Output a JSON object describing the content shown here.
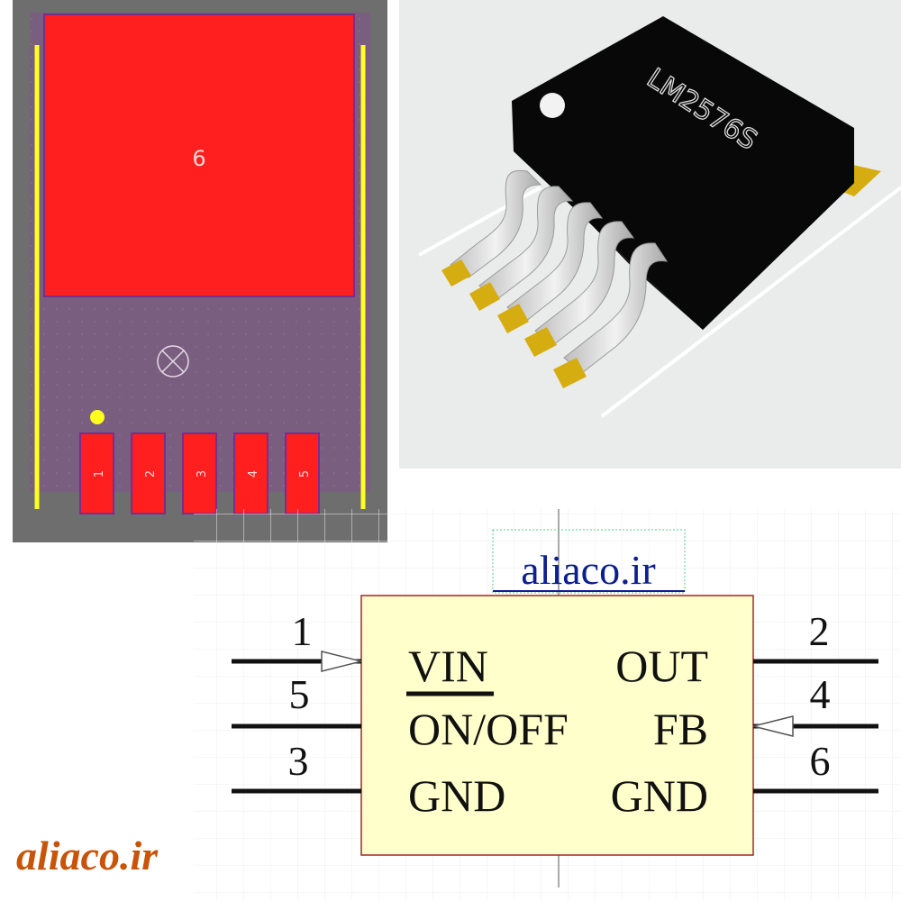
{
  "footprint": {
    "tab_pad_label": "6",
    "pad_labels": [
      "1",
      "2",
      "3",
      "4",
      "5"
    ],
    "colors": {
      "board": "#6d6d6d",
      "copper": "#ff1f1f",
      "silk": "#ffff1a",
      "overlay": "#7b5f80"
    }
  },
  "model3d": {
    "part_marking": "LM2576S",
    "lead_count": 5,
    "colors": {
      "background": "#e9ecea",
      "body": "#080808",
      "lead": "#d4d4d4",
      "solder": "#d6ad10"
    }
  },
  "schematic": {
    "header_link": "aliaco.ir",
    "left_pins": [
      {
        "number": "1",
        "name": "VIN"
      },
      {
        "number": "5",
        "name": "ON/OFF"
      },
      {
        "number": "3",
        "name": "GND"
      }
    ],
    "right_pins": [
      {
        "number": "2",
        "name": "OUT"
      },
      {
        "number": "4",
        "name": "FB"
      },
      {
        "number": "6",
        "name": "GND"
      }
    ],
    "colors": {
      "body_fill": "#ffffcc",
      "body_stroke": "#9b2a2a",
      "link": "#0b1f8f"
    }
  },
  "watermark": {
    "text": "aliaco.ir",
    "color": "#c8540a"
  }
}
